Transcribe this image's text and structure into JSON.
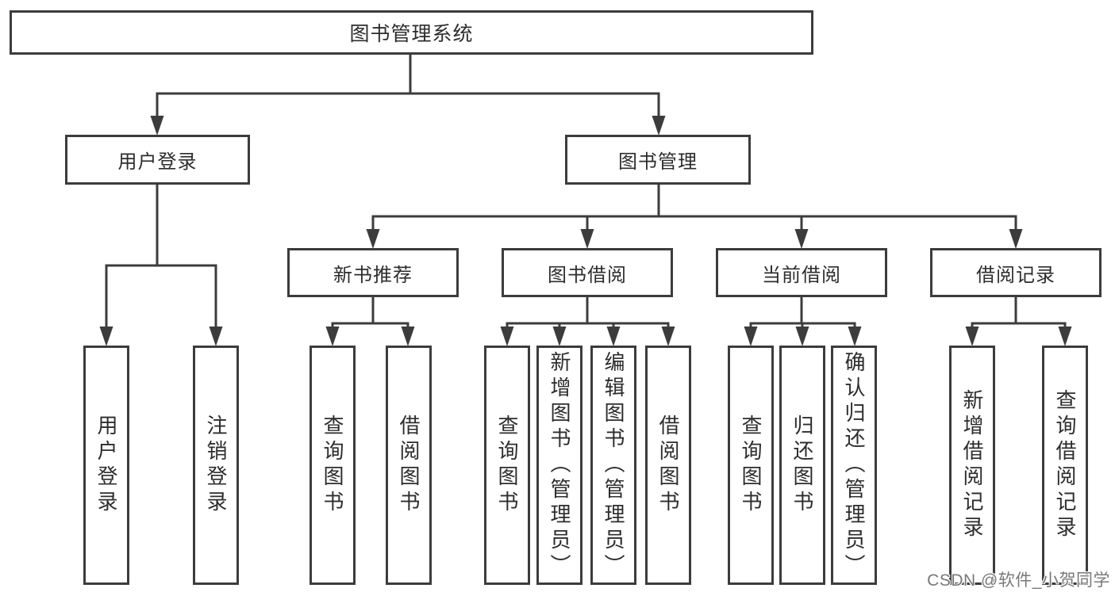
{
  "diagram_title": "图书管理系统",
  "tree": {
    "root": {
      "label": "图书管理系统",
      "children": [
        {
          "label": "用户登录",
          "children": [
            {
              "label": "用户登录"
            },
            {
              "label": "注销登录"
            }
          ]
        },
        {
          "label": "图书管理",
          "children": [
            {
              "label": "新书推荐",
              "children": [
                {
                  "label": "查询图书"
                },
                {
                  "label": "借阅图书"
                }
              ]
            },
            {
              "label": "图书借阅",
              "children": [
                {
                  "label": "查询图书"
                },
                {
                  "label": "新增图书（管理员）"
                },
                {
                  "label": "编辑图书（管理员）"
                },
                {
                  "label": "借阅图书"
                }
              ]
            },
            {
              "label": "当前借阅",
              "children": [
                {
                  "label": "查询图书"
                },
                {
                  "label": "归还图书"
                },
                {
                  "label": "确认归还（管理员）"
                }
              ]
            },
            {
              "label": "借阅记录",
              "children": [
                {
                  "label": "新增借阅记录"
                },
                {
                  "label": "查询借阅记录"
                }
              ]
            }
          ]
        }
      ]
    }
  },
  "watermark": {
    "text": "CSDN @软件_小贺同学",
    "color": "#787878"
  },
  "colors": {
    "line": "#3c3c3c",
    "box_border": "#3c3c3c",
    "box_background": "#ffffff",
    "text": "#2d2d2d",
    "page_background": "#ffffff"
  }
}
